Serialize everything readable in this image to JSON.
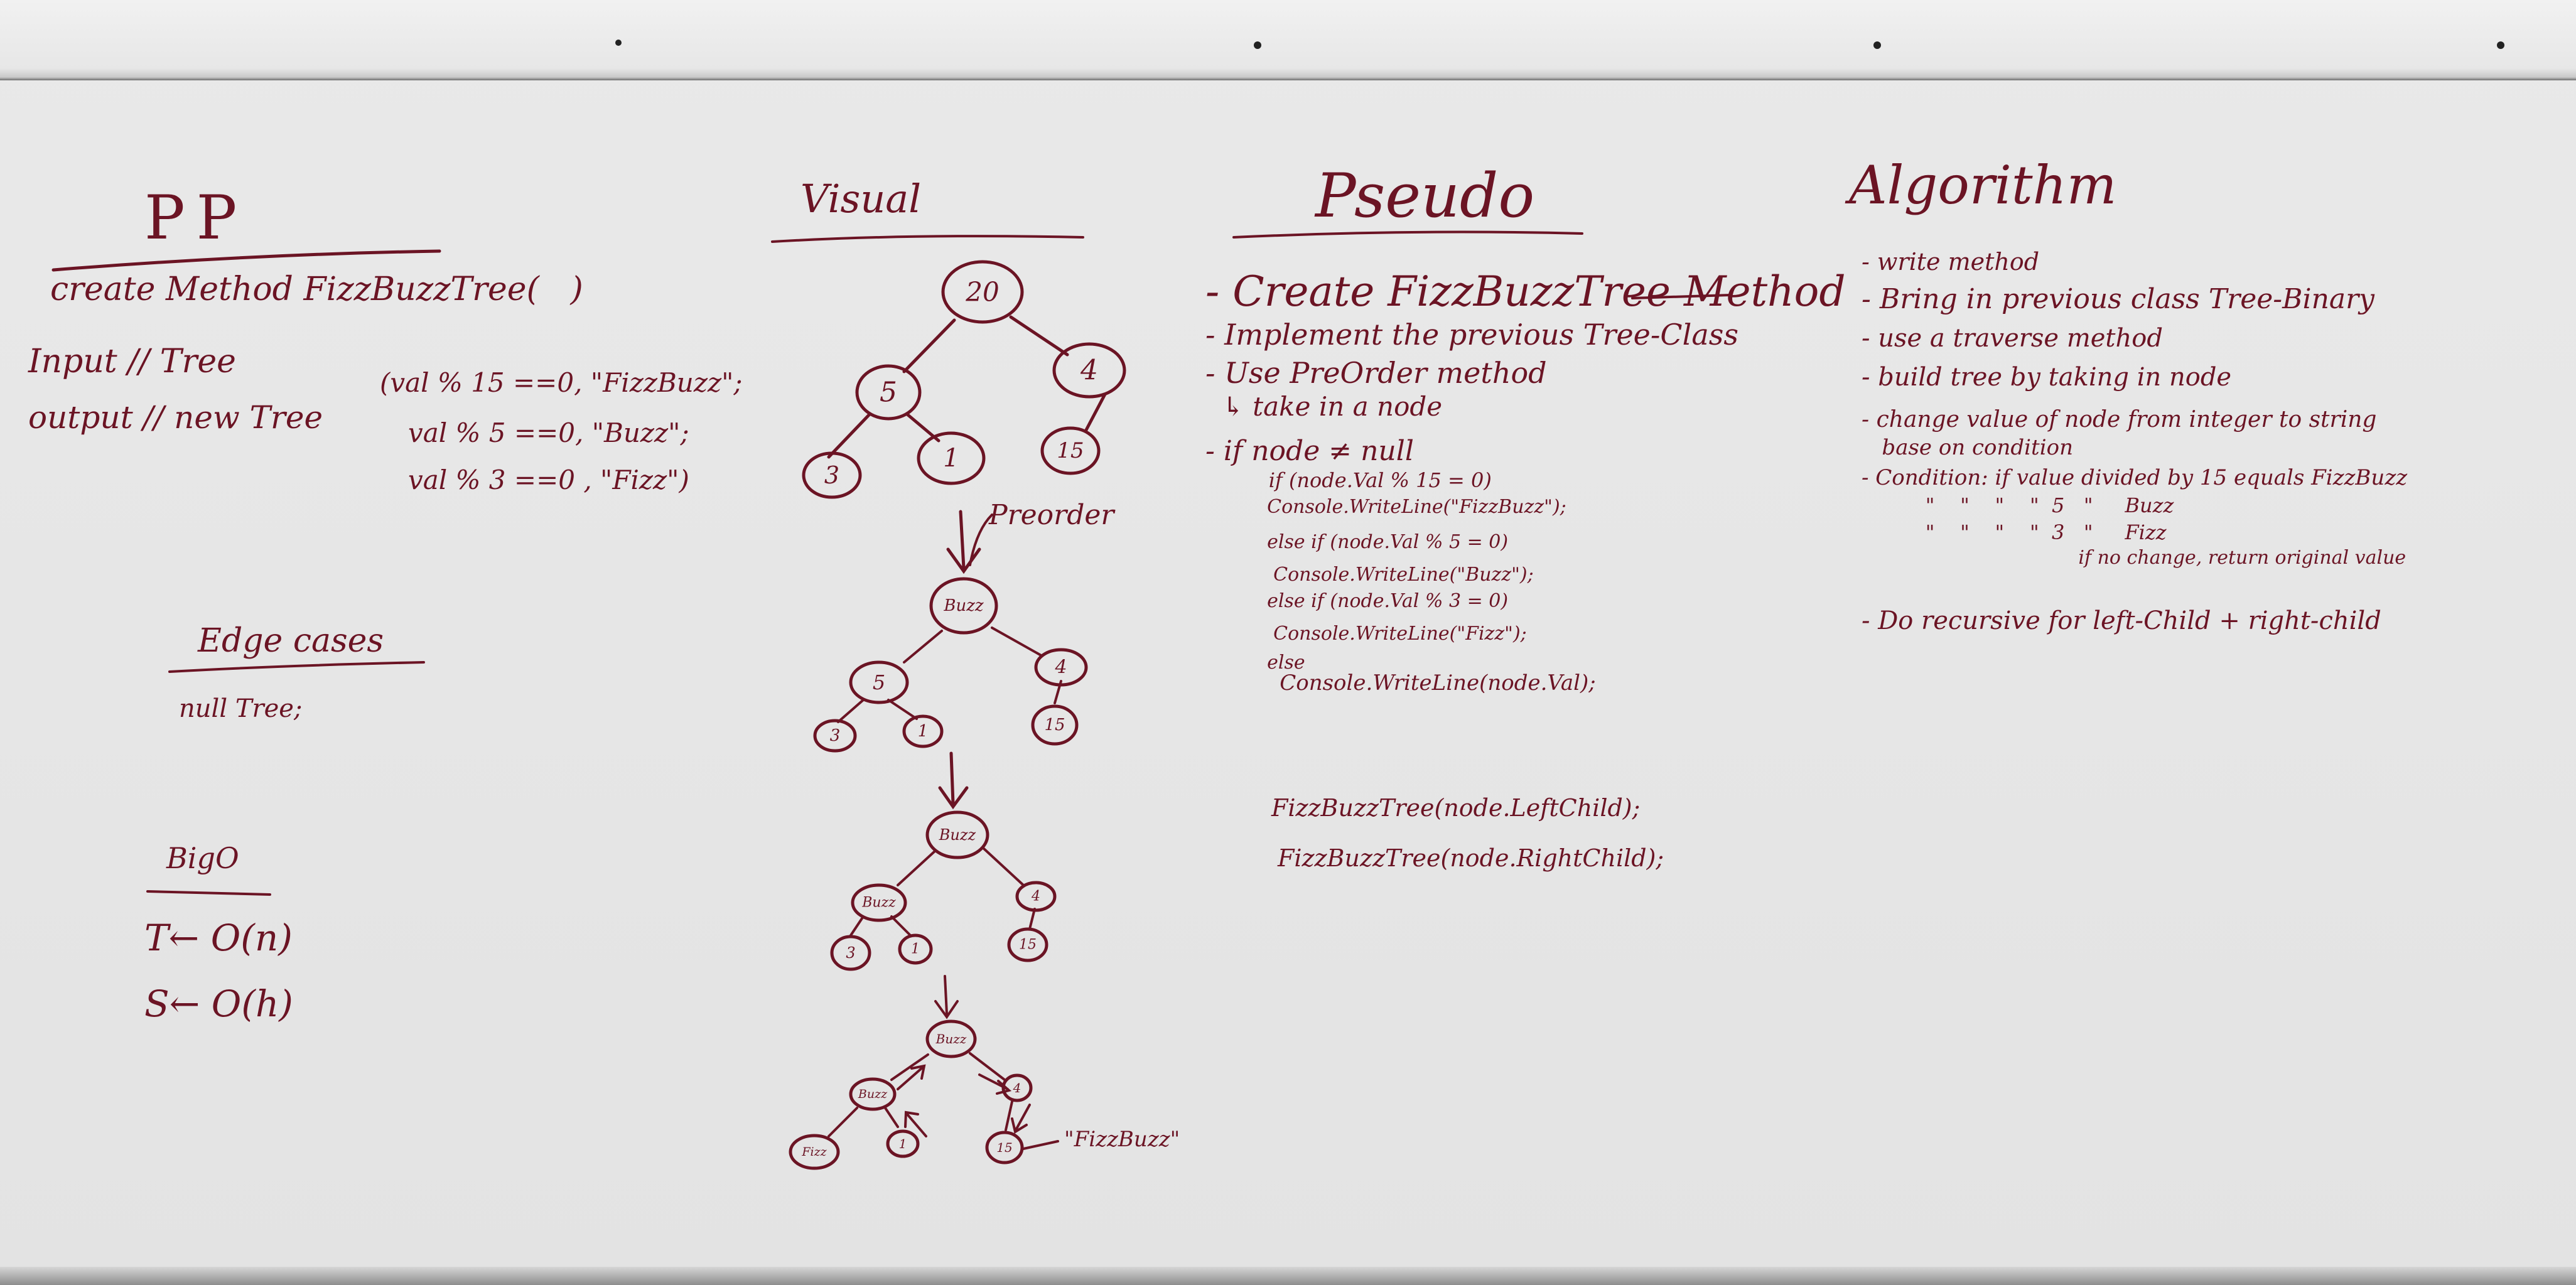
{
  "pp": {
    "heading": "PP",
    "method": "create Method FizzBuzzTree(   )",
    "input": "Input // Tree",
    "output": "output // new Tree",
    "conditions": [
      "(val % 15 ==0, \"FizzBuzz\";",
      "val % 5 ==0, \"Buzz\";",
      "val % 3 ==0 , \"Fizz\")"
    ],
    "edge_heading": "Edge cases",
    "edge_item": "null Tree;",
    "bigo_heading": "BigO",
    "time": "T← O(n)",
    "space": "S← O(h)"
  },
  "visual": {
    "heading": "Visual",
    "preorder_label": "Preorder",
    "tree1": [
      "20",
      "5",
      "4",
      "3",
      "1",
      "15"
    ],
    "tree2": [
      "Buzz",
      "5",
      "4",
      "3",
      "1",
      "15"
    ],
    "tree3": [
      "Buzz",
      "Buzz",
      "4",
      "3",
      "1",
      "15"
    ],
    "tree4": [
      "Buzz",
      "Buzz",
      "4",
      "Fizz",
      "1",
      "15"
    ],
    "result_label": "\"FizzBuzz\""
  },
  "pseudo": {
    "heading": "Pseudo",
    "lines": [
      "- Create FizzBuzzTree Method",
      "- Implement the previous Tree-Class",
      "- Use PreOrder method",
      "  ↳ take in a node",
      "- if node ≠ null",
      "    if (node.Val % 15 = 0)",
      "    Console.WriteLine(\"FizzBuzz\");",
      "    else if (node.Val % 5 = 0)",
      "    Console.WriteLine(\"Buzz\");",
      "    else if (node.Val % 3 = 0)",
      "    Console.WriteLine(\"Fizz\");",
      "    else",
      "    Console.WriteLine(node.Val);"
    ],
    "calls": [
      "FizzBuzzTree(node.LeftChild);",
      "FizzBuzzTree(node.RightChild);"
    ]
  },
  "algorithm": {
    "heading": "Algorithm",
    "lines": [
      "- write method",
      "- Bring in previous class Tree-Binary",
      "- use a traverse method",
      "- build tree by taking in node",
      "- change value of node from integer to string",
      "   base on condition",
      "- Condition: if value divided by 15 equals FizzBuzz",
      "          \"    \"    \"    \"  5   \"     Buzz",
      "          \"    \"    \"    \"  3   \"     Fizz",
      "          if no change, return original value",
      "- Do recursive for left-Child + right-child"
    ]
  }
}
